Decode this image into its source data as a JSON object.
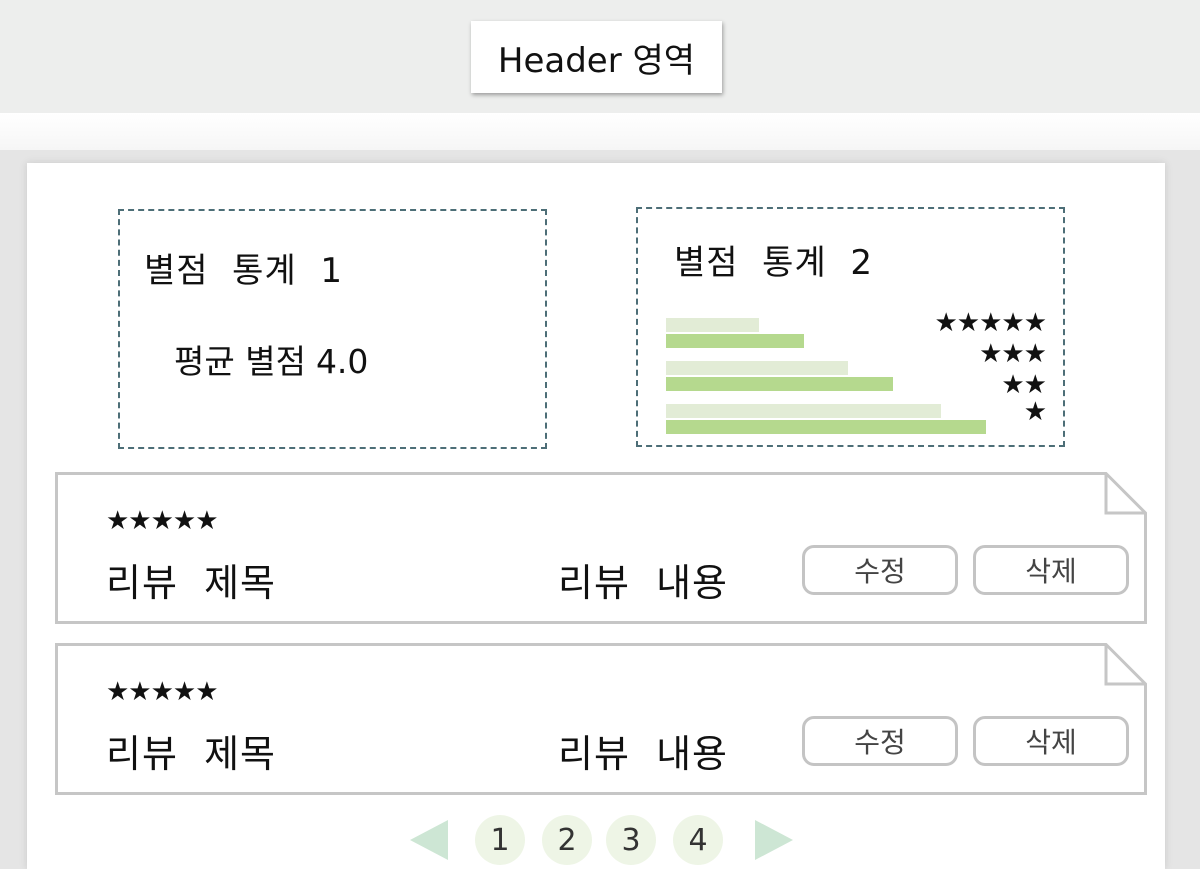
{
  "header": {
    "label": "Header 영역"
  },
  "stats1": {
    "title": "별점  통계  1",
    "avg_label": "평균 별점",
    "avg_value": "4.0"
  },
  "stats2": {
    "title": "별점  통계  2",
    "star_rows": [
      "★★★★★",
      "★★★",
      "★★",
      "★"
    ],
    "bars": [
      {
        "light": 0.29,
        "dark": 0.43
      },
      {
        "light": 0.57,
        "dark": 0.71
      },
      {
        "light": 0.86,
        "dark": 1.0
      }
    ],
    "colors": {
      "light_bar": "#e2ecd6",
      "dark_bar": "#b5d98e"
    }
  },
  "reviews": [
    {
      "stars": "★★★★★",
      "title": "리뷰  제목",
      "content": "리뷰  내용",
      "edit_label": "수정",
      "delete_label": "삭제"
    },
    {
      "stars": "★★★★★",
      "title": "리뷰  제목",
      "content": "리뷰  내용",
      "edit_label": "수정",
      "delete_label": "삭제"
    }
  ],
  "pagination": {
    "pages": [
      "1",
      "2",
      "3",
      "4"
    ],
    "prev_icon": "triangle-left-icon",
    "next_icon": "triangle-right-icon",
    "arrow_color": "#cde6d4",
    "page_bg": "#eef5e6"
  }
}
